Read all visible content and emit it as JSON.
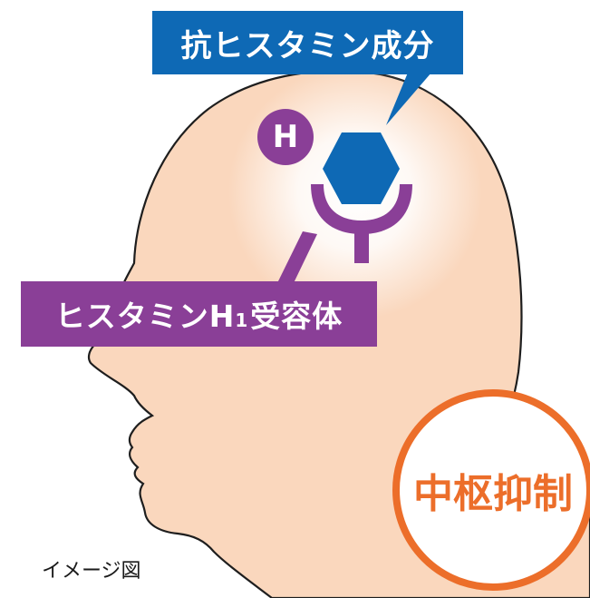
{
  "labels": {
    "antihistamine": "抗ヒスタミン成分",
    "receptor_prefix": "ヒスタミンH",
    "receptor_sub": "1",
    "receptor_suffix": "受容体",
    "histamine_badge": "H",
    "central": "中枢抑制",
    "caption": "イメージ図"
  },
  "colors": {
    "skin": "#fad7bd",
    "outline": "#1e1e1e",
    "blue": "#0e69b5",
    "purple": "#8a3f97",
    "orange": "#ec6e2a",
    "glow": "#ffffff"
  },
  "icons": {
    "molecule": "hexagon-icon",
    "receptor": "y-receptor-icon",
    "histamine": "h-circle-icon"
  }
}
